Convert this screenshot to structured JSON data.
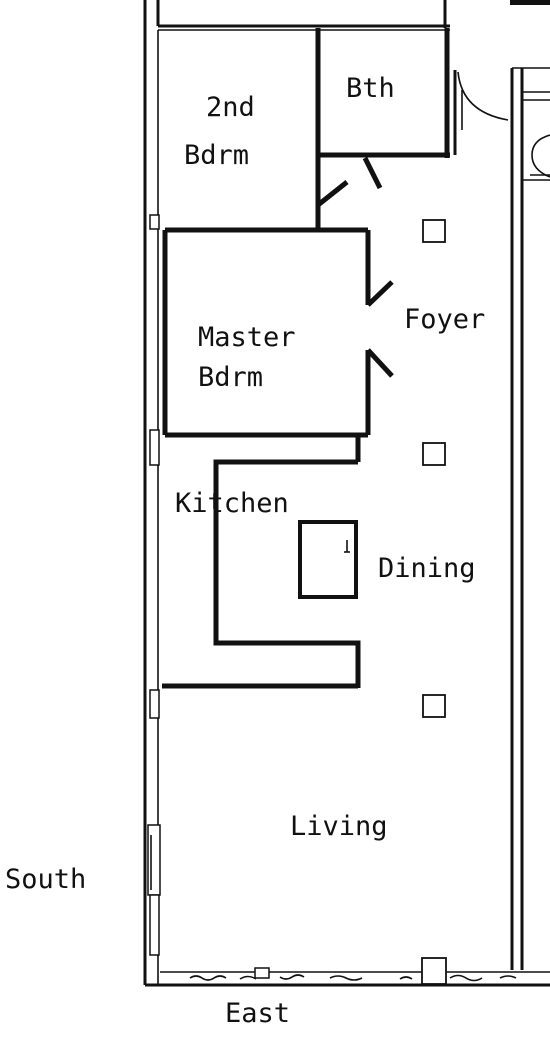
{
  "rooms": {
    "bathroom": "Bth",
    "second_bedroom_line1": "2nd",
    "second_bedroom_line2": "Bdrm",
    "master_bedroom_line1": "Master",
    "master_bedroom_line2": "Bdrm",
    "foyer": "Foyer",
    "kitchen": "Kitchen",
    "dining": "Dining",
    "living": "Living"
  },
  "orientation": {
    "south": "South",
    "east": "East"
  }
}
